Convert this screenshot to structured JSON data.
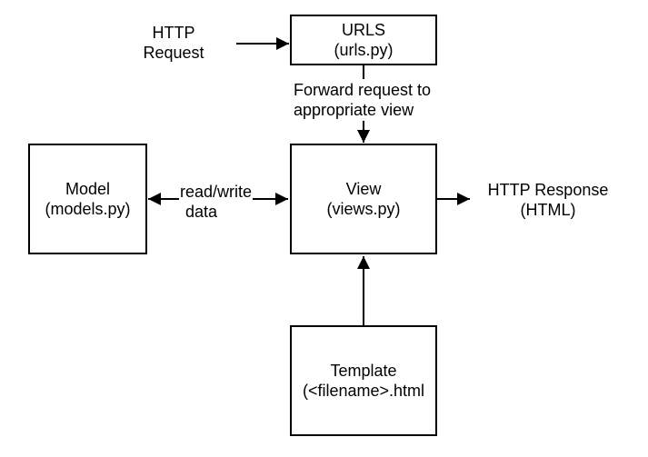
{
  "diagram": {
    "colors": {
      "stroke": "#000000",
      "background": "#ffffff"
    },
    "nodes": {
      "urls": {
        "title": "URLS",
        "subtitle": "(urls.py)"
      },
      "model": {
        "title": "Model",
        "subtitle": "(models.py)"
      },
      "view": {
        "title": "View",
        "subtitle": "(views.py)"
      },
      "template": {
        "title": "Template",
        "subtitle": "(<filename>.html"
      }
    },
    "labels": {
      "http_request": {
        "line1": "HTTP",
        "line2": "Request"
      },
      "forward_request": {
        "line1": "Forward request to",
        "line2": "appropriate view"
      },
      "read_write": {
        "line1": "read/write",
        "line2": "data"
      },
      "http_response": {
        "line1": "HTTP Response",
        "line2": "(HTML)"
      }
    }
  }
}
